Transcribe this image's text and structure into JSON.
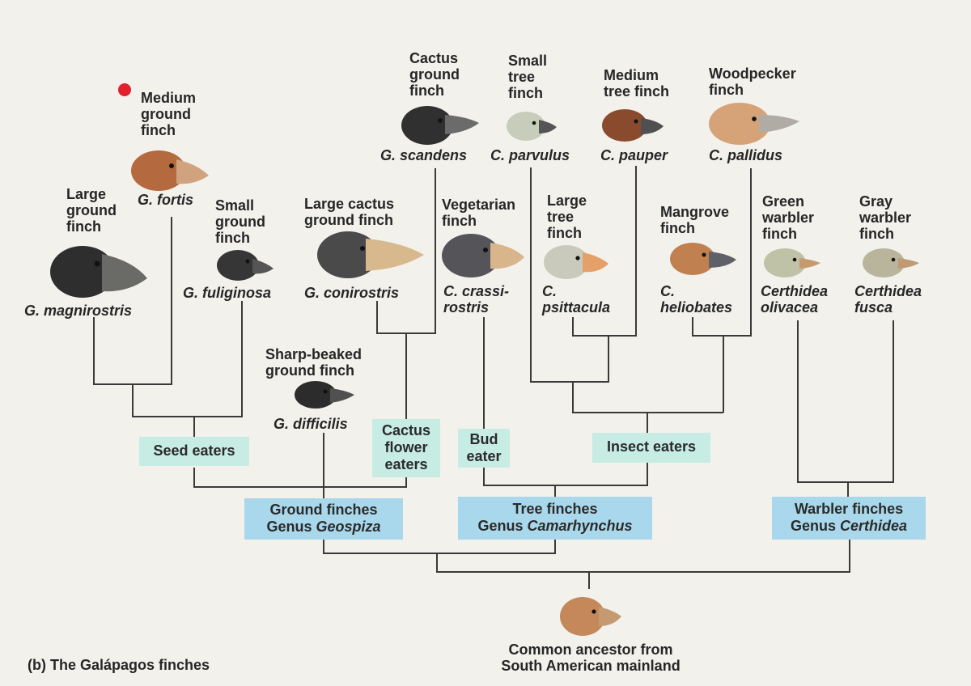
{
  "colors": {
    "background": "#f2f1ec",
    "diet_box": "#c6ece4",
    "genus_box": "#a9d8ec",
    "line": "#3a3a3a",
    "marker_dot": "#e0202a"
  },
  "caption": "(b) The Galápagos finches",
  "species": {
    "magnirostris": {
      "common": [
        "Large",
        "ground",
        "finch"
      ],
      "scientific": "G. magnirostris",
      "color": "#2e2e2e",
      "beak": "#6a6a66"
    },
    "fortis": {
      "common": [
        "Medium",
        "ground",
        "finch"
      ],
      "scientific": "G. fortis",
      "color": "#b46a3e",
      "beak": "#d1a27e"
    },
    "fuliginosa": {
      "common": [
        "Small",
        "ground",
        "finch"
      ],
      "scientific": "G. fuliginosa",
      "color": "#363636",
      "beak": "#555555"
    },
    "conirostris": {
      "common": [
        "Large cactus",
        "ground finch"
      ],
      "scientific": "G. conirostris",
      "color": "#4a4a4a",
      "beak": "#d7b98d"
    },
    "scandens": {
      "common": [
        "Cactus",
        "ground",
        "finch"
      ],
      "scientific": "G. scandens",
      "color": "#303030",
      "beak": "#6b6b6b"
    },
    "difficilis": {
      "common": [
        "Sharp-beaked",
        "ground finch"
      ],
      "scientific": "G. difficilis",
      "color": "#2c2c2c",
      "beak": "#505050"
    },
    "crassirostris": {
      "common": [
        "Vegetarian",
        "finch"
      ],
      "scientific": [
        "C. crassi-",
        "rostris"
      ],
      "color": "#545459",
      "beak": "#d8b58a"
    },
    "psittacula": {
      "common": [
        "Large",
        "tree",
        "finch"
      ],
      "scientific": [
        "C.",
        "psittacula"
      ],
      "color": "#c9cabb",
      "beak": "#e5a06a"
    },
    "parvulus": {
      "common": [
        "Small",
        "tree",
        "finch"
      ],
      "scientific": "C. parvulus",
      "color": "#c8ccbb",
      "beak": "#555555"
    },
    "pauper": {
      "common": [
        "Medium",
        "tree finch"
      ],
      "scientific": "C. pauper",
      "color": "#8a4a2e",
      "beak": "#505050"
    },
    "pallidus": {
      "common": [
        "Woodpecker",
        "finch"
      ],
      "scientific": "C. pallidus",
      "color": "#d6a278",
      "beak": "#b0aca5"
    },
    "heliobates": {
      "common": [
        "Mangrove",
        "finch"
      ],
      "scientific": [
        "C.",
        "heliobates"
      ],
      "color": "#c08050",
      "beak": "#606068"
    },
    "olivacea": {
      "common": [
        "Green",
        "warbler",
        "finch"
      ],
      "scientific": [
        "Certhidea",
        "olivacea"
      ],
      "color": "#bfc2a6",
      "beak": "#c59a6e"
    },
    "fusca": {
      "common": [
        "Gray",
        "warbler",
        "finch"
      ],
      "scientific": [
        "Certhidea",
        "fusca"
      ],
      "color": "#b8b59c",
      "beak": "#c09a70"
    },
    "ancestor": {
      "common": [
        "Common ancestor from",
        "South American mainland"
      ],
      "color": "#c4885a",
      "beak": "#c69a70"
    }
  },
  "diet_groups": {
    "seed": "Seed eaters",
    "cactus": [
      "Cactus",
      "flower",
      "eaters"
    ],
    "bud": [
      "Bud",
      "eater"
    ],
    "insect": "Insect eaters"
  },
  "genera": {
    "ground": {
      "line1": "Ground finches",
      "prefix": "Genus ",
      "genus": "Geospiza"
    },
    "tree": {
      "line1": "Tree finches",
      "prefix": "Genus ",
      "genus": "Camarhynchus"
    },
    "warbler": {
      "line1": "Warbler finches",
      "prefix": "Genus ",
      "genus": "Certhidea"
    }
  }
}
